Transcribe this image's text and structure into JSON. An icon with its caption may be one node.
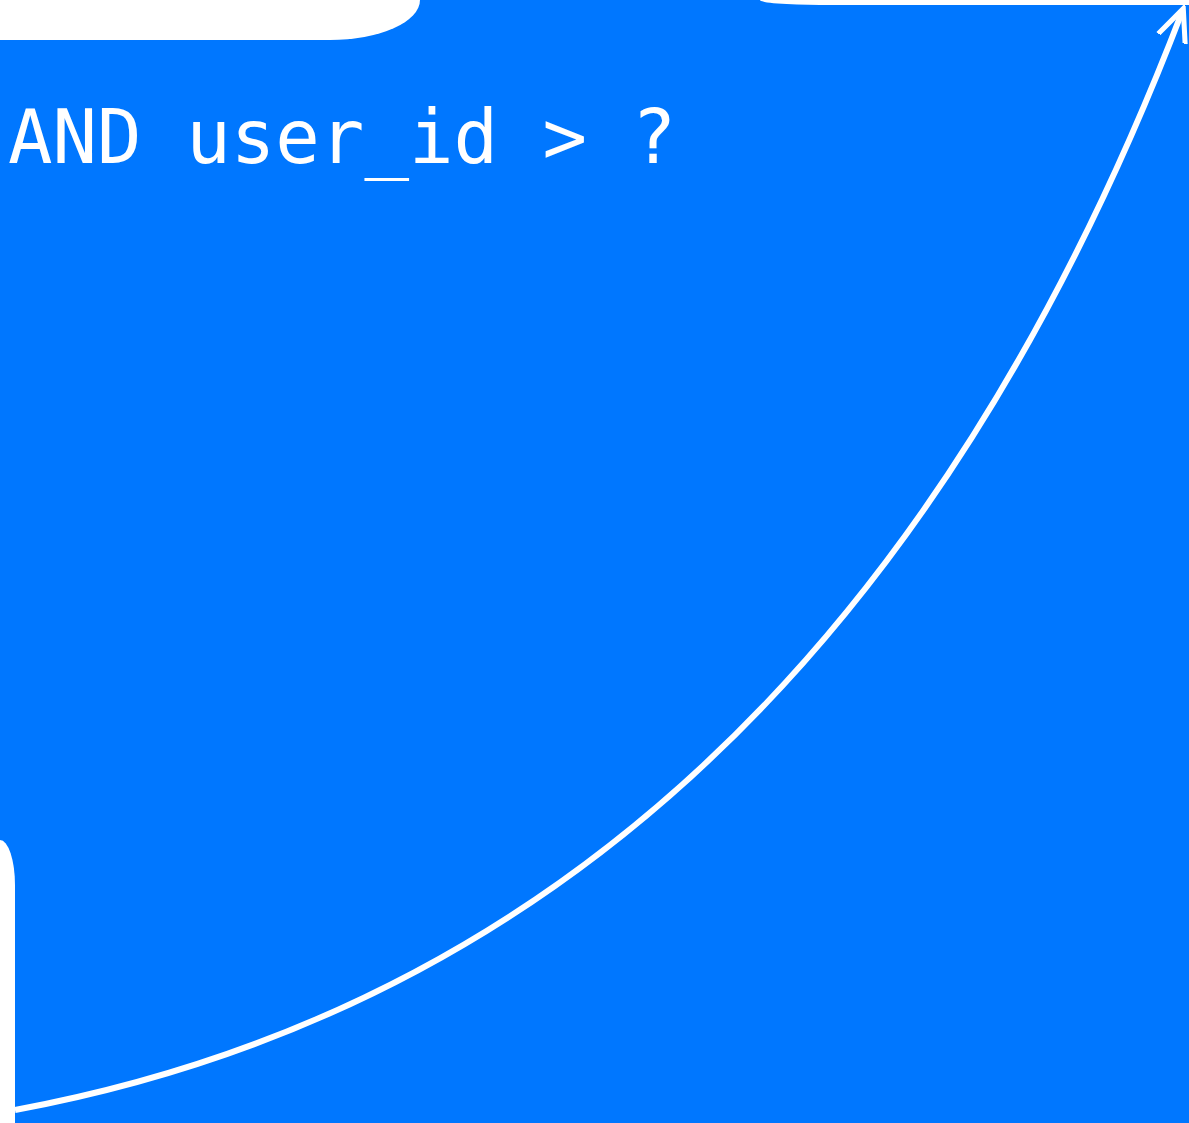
{
  "diagram": {
    "nodes": [
      {
        "text": [],
        "shape": "box"
      },
      {
        "text": [],
        "shape": "box"
      },
      {
        "text": [],
        "shape": "box"
      }
    ],
    "edges": [
      {
        "from": 2,
        "to": 1,
        "arrow": "to"
      }
    ],
    "labels": [
      "AND user_id > ?"
    ]
  }
}
